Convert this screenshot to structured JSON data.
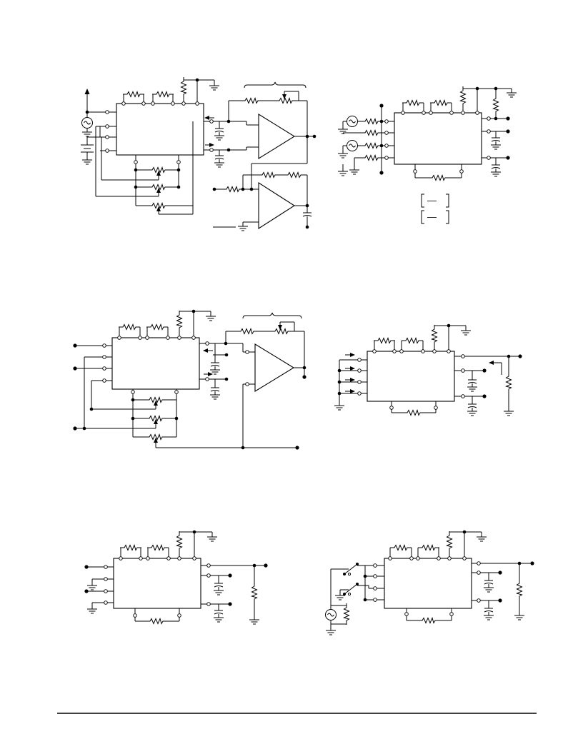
{
  "page": {
    "background": "#ffffff",
    "ink": "#000000"
  },
  "figures": [
    {
      "id": "fig-1",
      "name": "circuit-top-left"
    },
    {
      "id": "fig-2",
      "name": "circuit-top-right"
    },
    {
      "id": "fig-3",
      "name": "circuit-middle-left"
    },
    {
      "id": "fig-4",
      "name": "circuit-middle-right"
    },
    {
      "id": "fig-5",
      "name": "circuit-bottom-left"
    },
    {
      "id": "fig-6",
      "name": "circuit-bottom-right"
    }
  ],
  "bracket_labels": [
    {
      "text": "—"
    },
    {
      "text": "—"
    }
  ]
}
